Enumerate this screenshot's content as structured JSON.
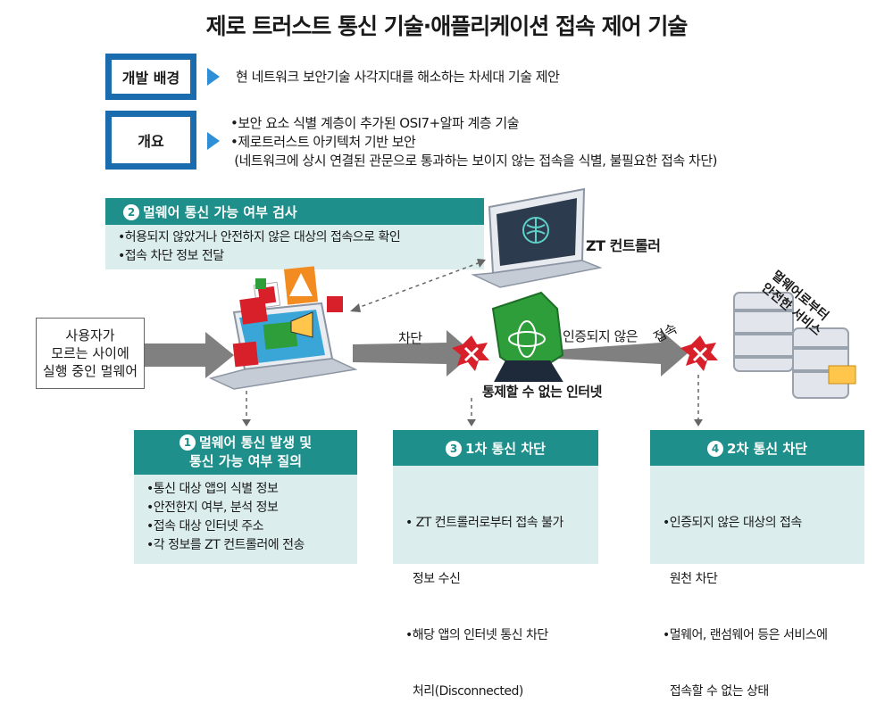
{
  "title": "제로 트러스트 통신 기술·애플리케이션 접속 제어 기술",
  "background": {
    "label": "개발 배경",
    "text": "현 네트워크 보안기술 사각지대를 해소하는 차세대 기술 제안"
  },
  "overview": {
    "label": "개요",
    "lines": [
      "•보안 요소 식별 계층이 추가된 OSI7+알파 계층 기술",
      "•제로트러스트 아키텍처 기반 보안",
      " (네트워크에 상시 연결된 관문으로 통과하는 보이지 않는 접속을 식별, 불필요한 접속 차단)"
    ]
  },
  "step2": {
    "num": "2",
    "title": "멀웨어 통신 가능 여부 검사",
    "lines": [
      "•허용되지 않았거나 안전하지 않은 대상의 접속으로 확인",
      "•접속 차단 정보 전달"
    ]
  },
  "zt_label": "ZT 컨트롤러",
  "user_text": [
    "사용자가",
    "모르는 사이에",
    "실행 중인 멀웨어"
  ],
  "block_label": "차단",
  "unauth_label": "인증되지 않은",
  "access_label": "접속",
  "internet_label": "통제할 수 없는 인터넷",
  "safe_service": [
    "멀웨어로부터",
    "안전한 서비스"
  ],
  "step1": {
    "num": "1",
    "title_lines": [
      "멀웨어 통신 발생 및",
      "통신 가능 여부 질의"
    ],
    "lines": [
      "•통신 대상 앱의 식별 정보",
      "•안전한지 여부, 분석 정보",
      "•접속 대상 인터넷 주소",
      "•각 정보를 ZT 컨트롤러에 전송"
    ]
  },
  "step3": {
    "num": "3",
    "title": "1차 통신 차단",
    "lines": [
      "• ZT 컨트롤러로부터 접속 불가",
      "  정보 수신",
      "•해당 앱의 인터넷 통신 차단",
      "  처리(Disconnected)"
    ]
  },
  "step4": {
    "num": "4",
    "title": "2차 통신 차단",
    "lines": [
      "•인증되지 않은 대상의 접속",
      "  원천 차단",
      "•멀웨어, 랜섬웨어 등은 서비스에",
      "  접속할 수 없는 상태"
    ]
  },
  "colors": {
    "teal": "#1e8f8a",
    "light_teal": "#dbeeed",
    "blue": "#1a6cae",
    "red": "#d8202a",
    "green": "#2e9e3a",
    "arrow": "#808080"
  },
  "icons": [
    "laptop-icon",
    "brain-icon",
    "shield-icon",
    "server-icon",
    "block-x-icon",
    "warning-icon",
    "megaphone-icon"
  ]
}
